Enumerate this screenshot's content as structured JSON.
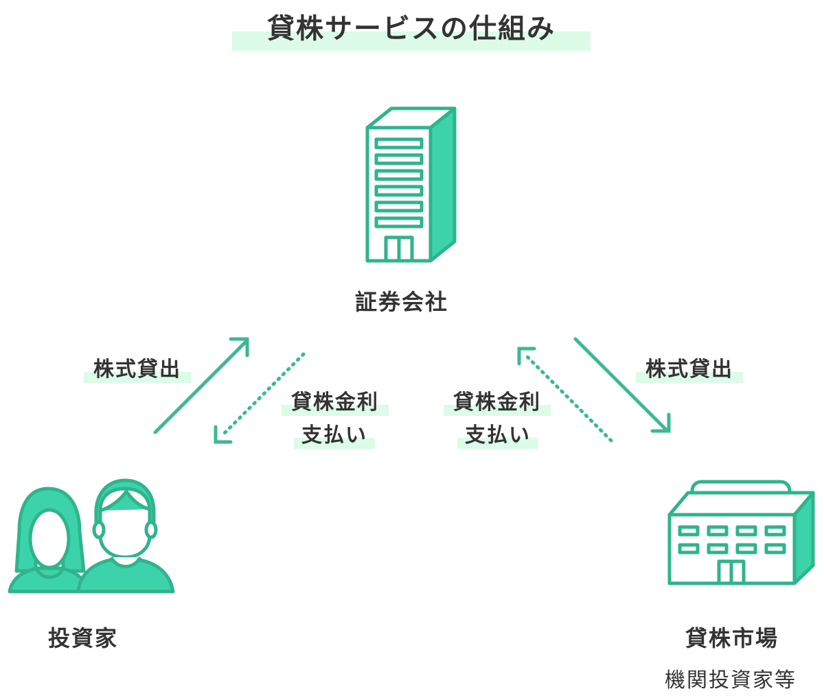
{
  "title": "貸株サービスの仕組み",
  "nodes": {
    "securities_company": "証券会社",
    "investor": "投資家",
    "lending_market": "貸株市場",
    "lending_market_sub": "機関投資家等"
  },
  "flows": {
    "left_loan": "株式貸出",
    "left_payment_line1": "貸株金利",
    "left_payment_line2": "支払い",
    "right_payment_line1": "貸株金利",
    "right_payment_line2": "支払い",
    "right_loan": "株式貸出"
  },
  "colors": {
    "accent": "#3cd3aa",
    "stroke": "#2fb48c",
    "highlight": "#dcfbe8",
    "text": "#333333"
  }
}
